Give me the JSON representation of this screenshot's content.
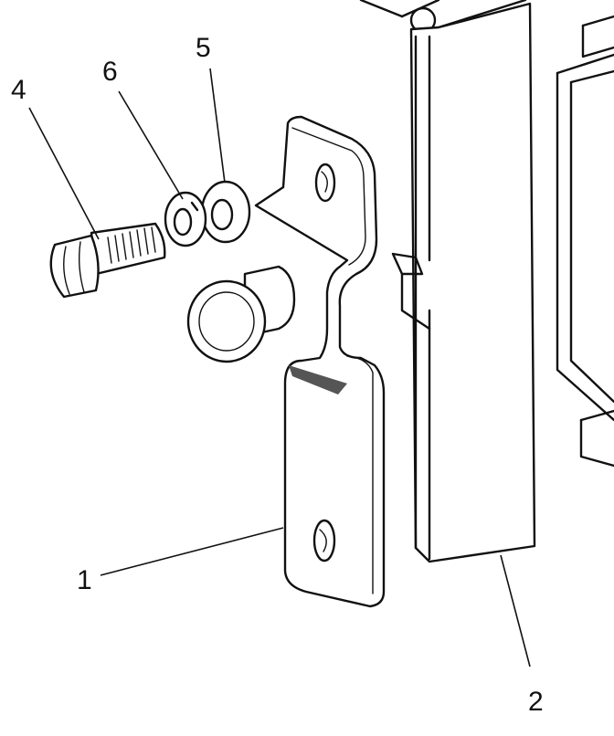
{
  "diagram": {
    "callouts": {
      "part_1": "1",
      "part_2": "2",
      "part_4": "4",
      "part_5": "5",
      "part_6": "6"
    },
    "line_color": "#111111",
    "background": "#ffffff"
  }
}
